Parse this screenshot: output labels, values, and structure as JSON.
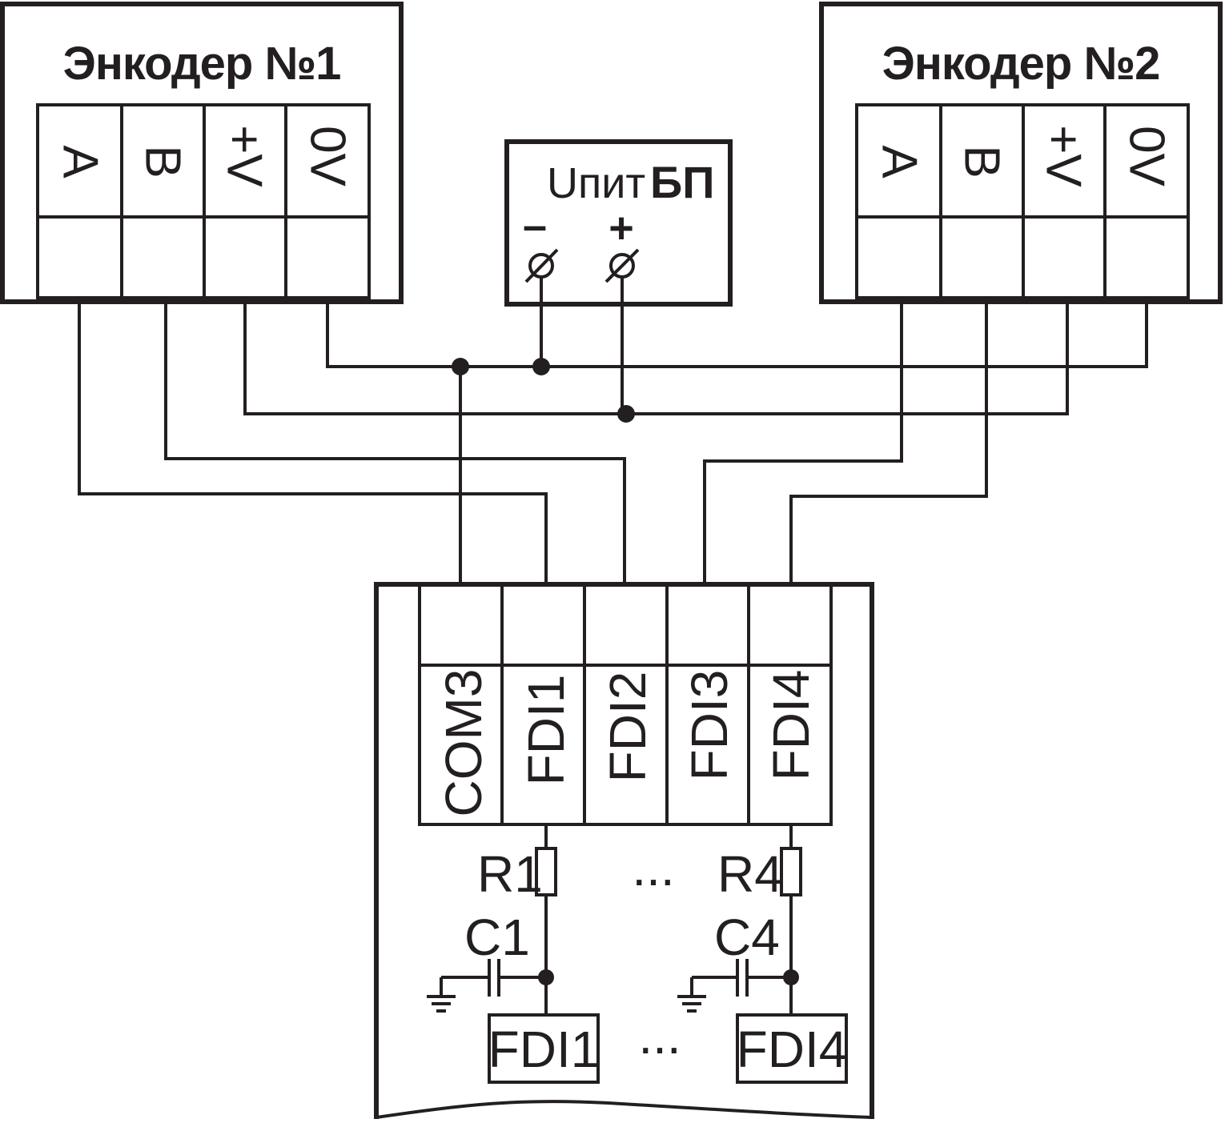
{
  "encoder1": {
    "title": "Энкодер №1",
    "terminals": [
      "A",
      "B",
      "+V",
      "0V"
    ]
  },
  "encoder2": {
    "title": "Энкодер №2",
    "terminals": [
      "A",
      "B",
      "+V",
      "0V"
    ]
  },
  "psu": {
    "u_label": "Uпит",
    "name": "БП",
    "minus": "–",
    "plus": "+"
  },
  "module": {
    "terminals": [
      "COM3",
      "FDI1",
      "FDI2",
      "FDI3",
      "FDI4"
    ],
    "resistor_first": "R1",
    "resistor_last": "R4",
    "capacitor_first": "C1",
    "capacitor_last": "C4",
    "input_first": "FDI1",
    "input_last": "FDI4",
    "ellipsis": "..."
  }
}
